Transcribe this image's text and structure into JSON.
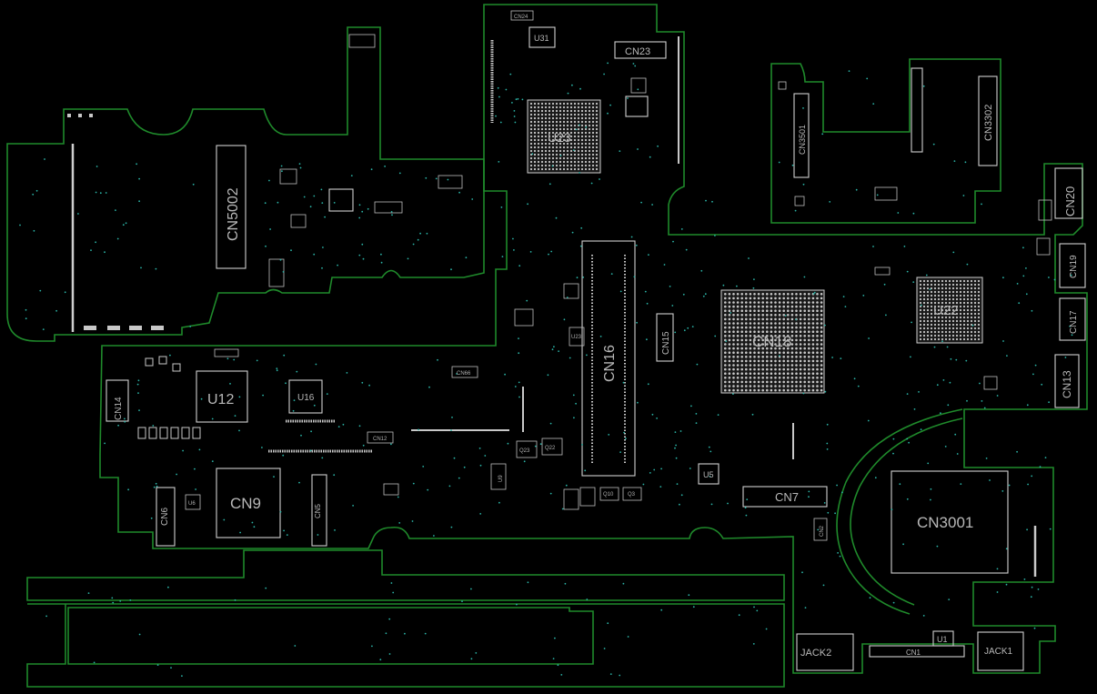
{
  "board": {
    "colors": {
      "background": "#000000",
      "outline": "#1f8a2b",
      "silkscreen": "#cfcfcf",
      "via": "#2bb3a6"
    }
  },
  "labels": {
    "cn5002": "CN5002",
    "u12": "U12",
    "u16": "U16",
    "cn9": "CN9",
    "cn14": "CN14",
    "cn6": "CN6",
    "cn5": "CN5",
    "cn12": "CN12",
    "cn66": "CN66",
    "u31": "U31",
    "cn23": "CN23",
    "u23": "U23",
    "cn24": "CN24",
    "cn16": "CN16",
    "cn15": "CN15",
    "u23b": "U23",
    "q23": "Q23",
    "q22": "Q22",
    "u9": "U9",
    "q10": "Q10",
    "q3": "Q3",
    "u5": "U5",
    "cn7": "CN7",
    "cn18": "CN18",
    "cn2": "CN2",
    "cn3501": "CN3501",
    "cn3302": "CN3302",
    "u22": "U22",
    "cn20": "CN20",
    "cn19": "CN19",
    "cn17": "CN17",
    "cn13": "CN13",
    "cn3001": "CN3001",
    "jack2": "JACK2",
    "cn1": "CN1",
    "u1": "U1",
    "jack1": "JACK1",
    "u6": "U6"
  }
}
